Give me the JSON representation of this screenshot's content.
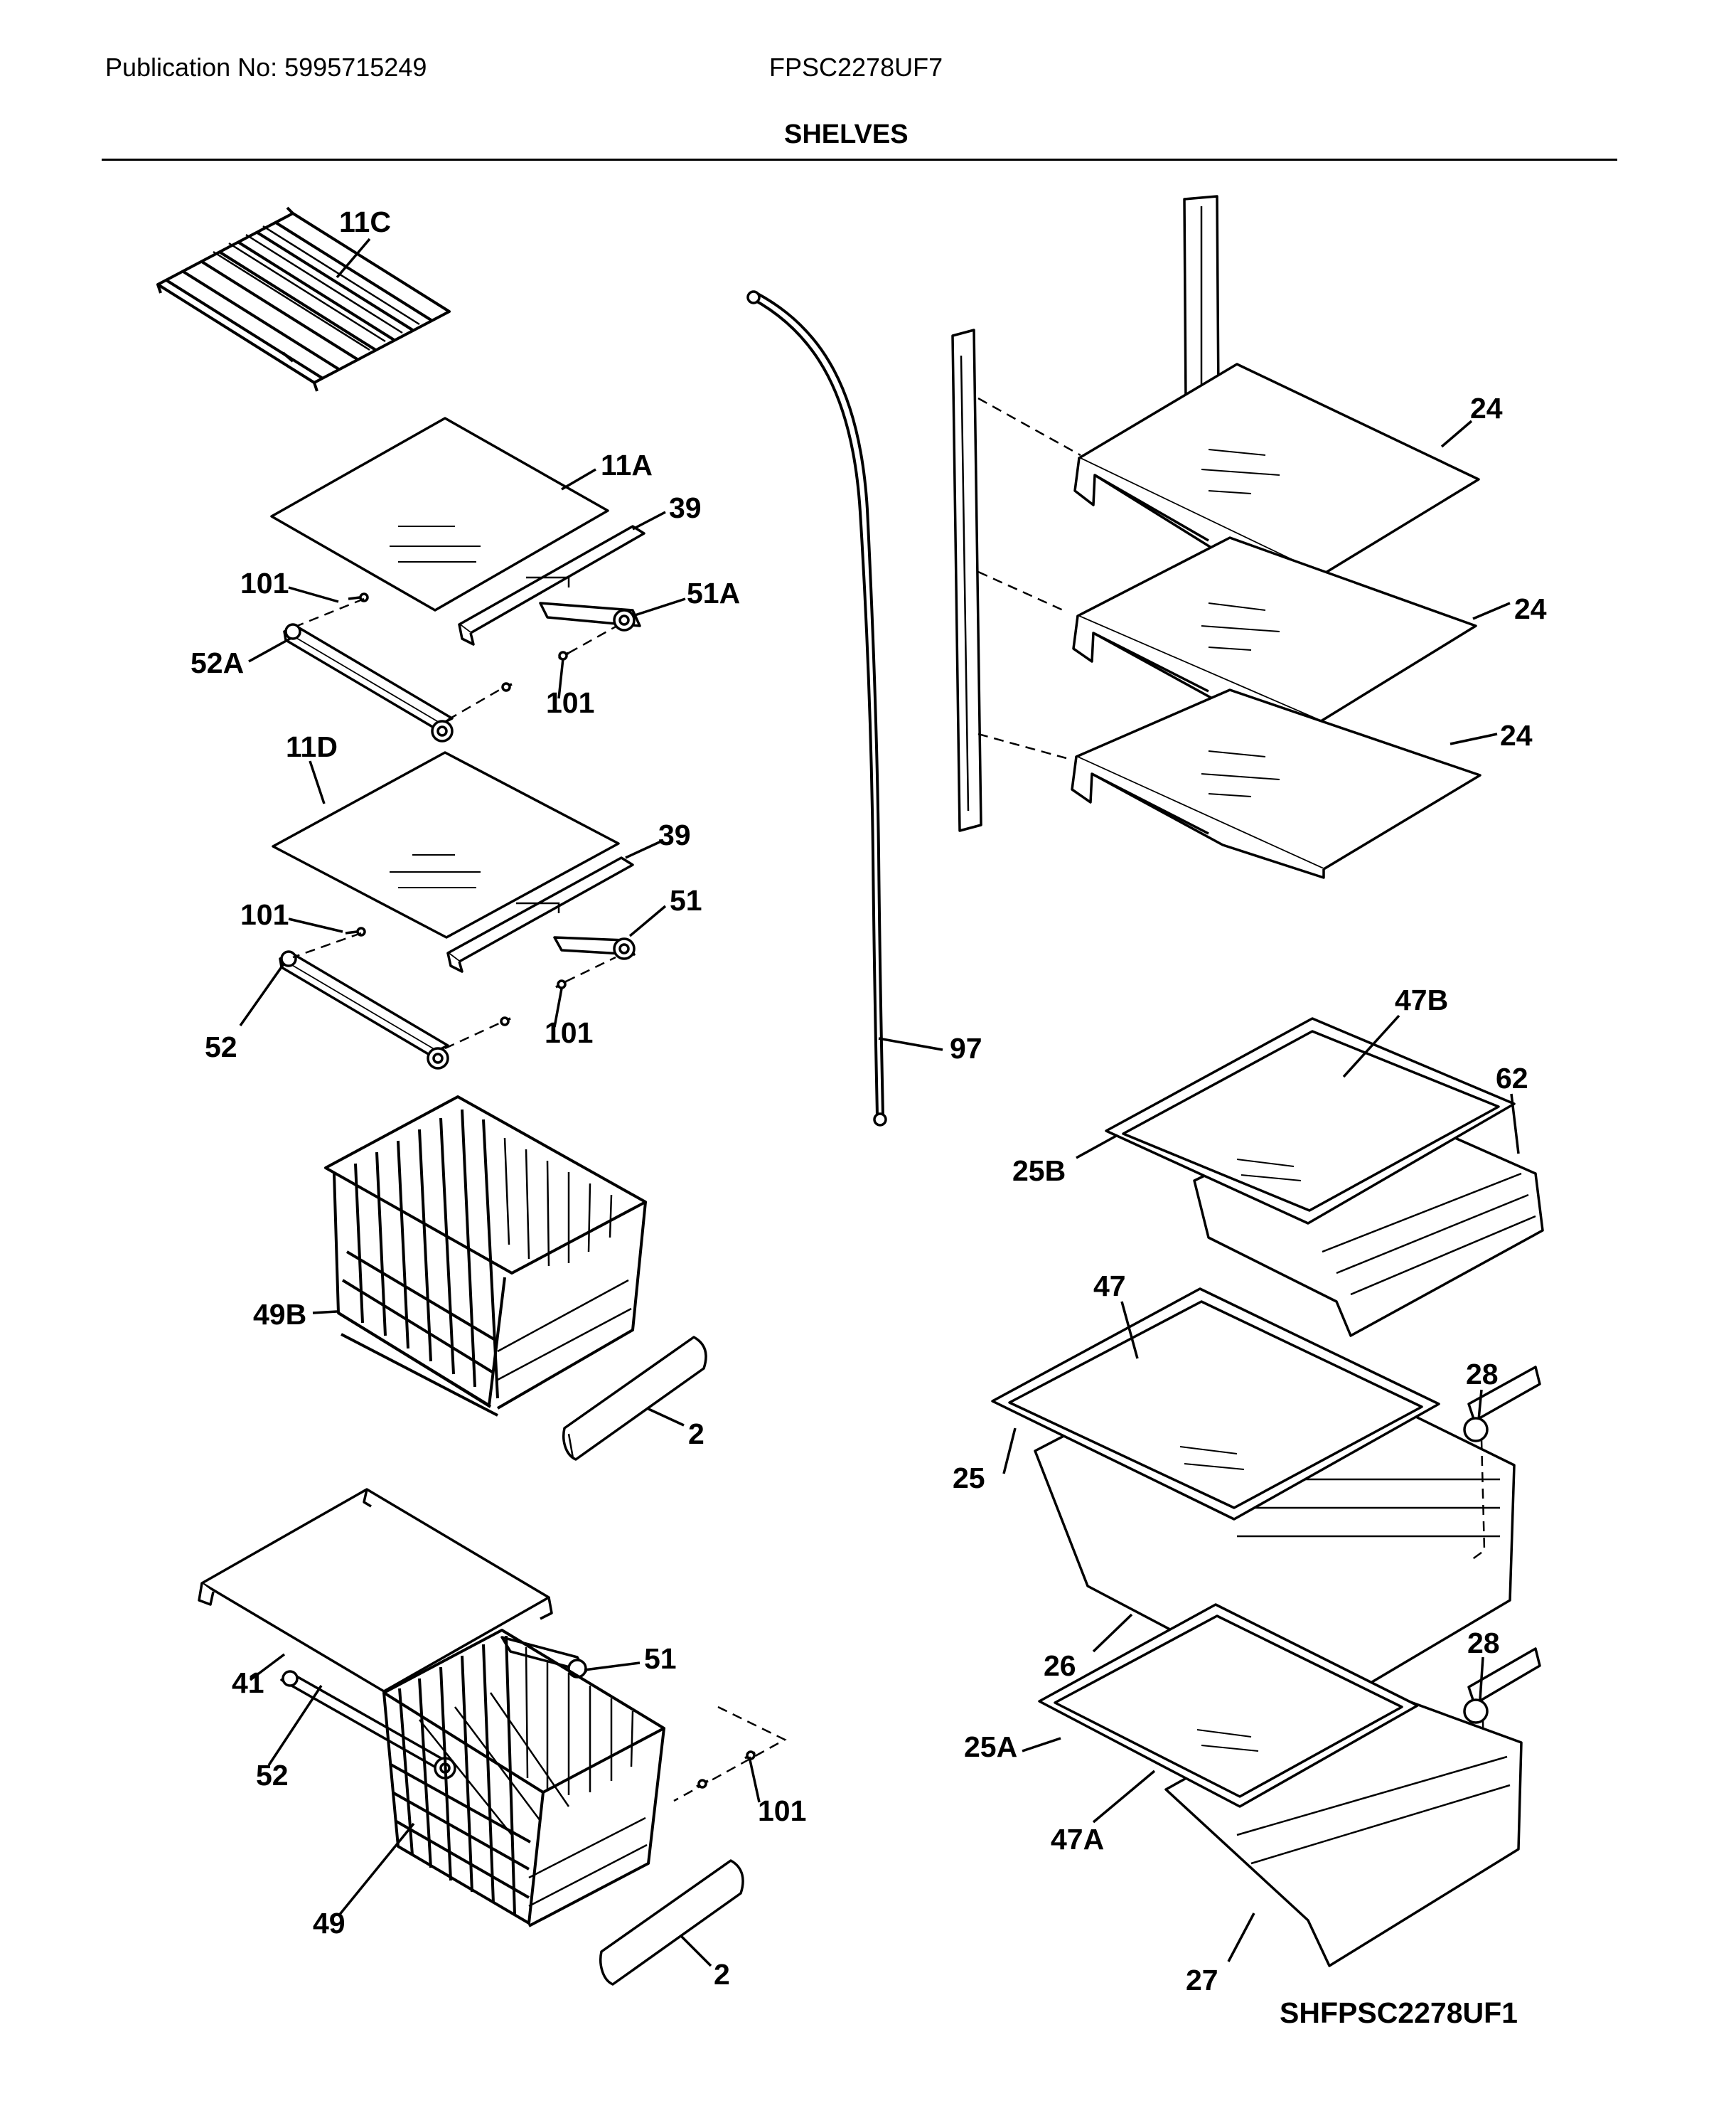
{
  "header": {
    "publication": "Publication No: 5995715249",
    "model": "FPSC2278UF7",
    "title": "SHELVES"
  },
  "diagram_code": "SHFPSC2278UF1",
  "callouts": {
    "c11C": "11C",
    "c11A": "11A",
    "c39a": "39",
    "c101a": "101",
    "c51A": "51A",
    "c52A": "52A",
    "c101b": "101",
    "c11D": "11D",
    "c39b": "39",
    "c101c": "101",
    "c51a": "51",
    "c52a": "52",
    "c101d": "101",
    "c49B": "49B",
    "c2a": "2",
    "c41": "41",
    "c51b": "51",
    "c52b": "52",
    "c101e": "101",
    "c49": "49",
    "c2b": "2",
    "c97": "97",
    "c24a": "24",
    "c24b": "24",
    "c24c": "24",
    "c47B": "47B",
    "c62": "62",
    "c25B": "25B",
    "c47": "47",
    "c28a": "28",
    "c25": "25",
    "c26": "26",
    "c28b": "28",
    "c25A": "25A",
    "c47A": "47A",
    "c27": "27"
  }
}
